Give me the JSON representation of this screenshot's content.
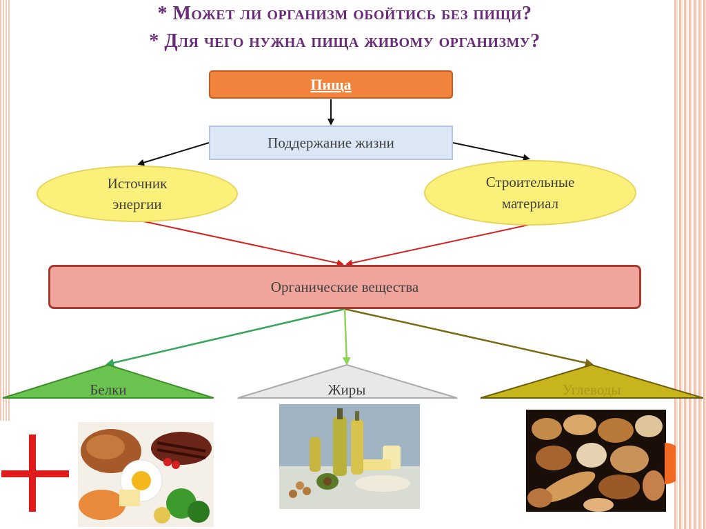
{
  "slide": {
    "title_line1": "* Может ли организм обойтись без пищи?",
    "title_line2": "* Для чего нужна пища живому организму?"
  },
  "diagram": {
    "food": "Пища",
    "life_support": "Поддержание жизни",
    "energy_source_line1": "Источник",
    "energy_source_line2": "энергии",
    "building_line1": "Строительные",
    "building_line2": "материал",
    "organic": "Органические вещества",
    "proteins": "Белки",
    "fats": "Жиры",
    "carbs": "Углеводы"
  },
  "colors": {
    "title": "#6a2c78",
    "food_box": "#f0843c",
    "life_box": "#dce7f5",
    "ellipse": "#fbf07a",
    "organic_box": "#efa59b",
    "proteins": "#6bc34f",
    "fats": "#e8e8e8",
    "carbs": "#c8b41c"
  },
  "images": {
    "plus_sign": "red-plus-icon",
    "proteins_photo": "meat-eggs-fish-photo",
    "fats_photo": "oils-butter-nuts-photo",
    "carbs_photo": "bread-pastries-photo"
  }
}
